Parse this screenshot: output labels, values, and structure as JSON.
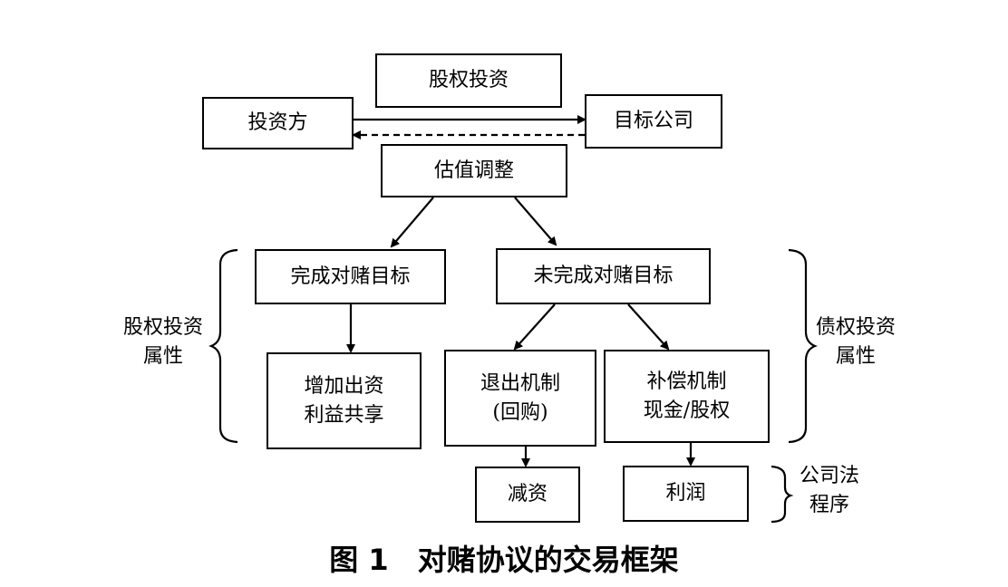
{
  "nodes": {
    "equity_investment": "股权投资",
    "investor": "投资方",
    "target_company": "目标公司",
    "valuation_adjustment": "估值调整",
    "goal_achieved": "完成对赌目标",
    "goal_not_achieved": "未完成对赌目标",
    "capital_increase": {
      "line1": "增加出资",
      "line2": "利益共享"
    },
    "exit_mechanism": {
      "line1": "退出机制",
      "line2": "(回购)"
    },
    "compensation_mechanism": {
      "line1": "补偿机制",
      "line2": "现金/股权"
    },
    "capital_reduction": "减资",
    "profit": "利润"
  },
  "labels": {
    "equity_attribute": {
      "line1": "股权投资",
      "line2": "属性"
    },
    "debt_attribute": {
      "line1": "债权投资",
      "line2": "属性"
    },
    "company_law": {
      "line1": "公司法",
      "line2": "程序"
    }
  },
  "caption": "图 1　对赌协议的交易框架"
}
